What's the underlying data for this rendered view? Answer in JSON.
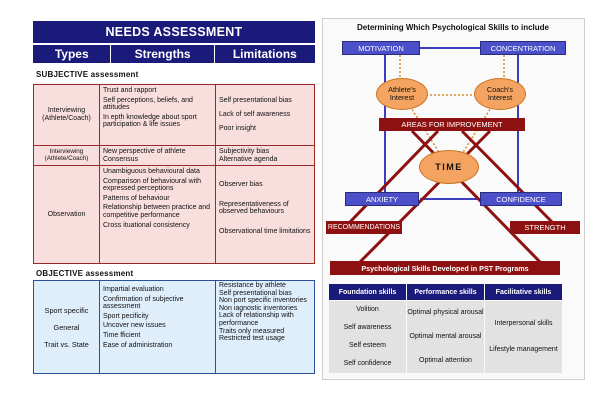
{
  "left": {
    "title": "NEEDS ASSESSMENT",
    "headers": [
      "Types",
      "Strengths",
      "Limitations"
    ],
    "subjective": {
      "label": "SUBJECTIVE assessment",
      "rows": [
        {
          "type": "Interviewing (Athlete/Coach)",
          "strengths": [
            "Trust and rapport",
            "Self  perceptions, beliefs, and attitudes",
            "In  epth knowledge about sport participation & life issues"
          ],
          "limitations": [
            "Self  presentational bias",
            "Lack of self  awareness",
            "Poor insight"
          ]
        },
        {
          "type": "Interviewing (Athlete/Coach)",
          "strengths": [
            "New perspective of athlete",
            "Consensus"
          ],
          "limitations": [
            "Subjectivity bias",
            "Alternative agenda"
          ]
        },
        {
          "type": "Observation",
          "strengths": [
            "Unambiguous behavioural data",
            "Comparison of behavioural with expressed perceptions",
            "Patterns of behaviour",
            "Relationship between practice and competitive performance",
            "Cross  ituational consistency"
          ],
          "limitations": [
            "Observer bias",
            "Representativeness of observed behaviours",
            "Observational time limitations"
          ]
        }
      ]
    },
    "objective": {
      "label": "OBJECTIVE assessment",
      "types": [
        "Sport  specific",
        "General",
        "Trait vs. State"
      ],
      "strengths": [
        "Impartial evaluation",
        "Confirmation of subjective assessment",
        "Sport  pecificity",
        "Uncover new issues",
        "Time  fficient",
        "Ease of administration"
      ],
      "limitations": [
        "Resistance by athlete",
        "Self  presentational bias",
        "Non  port  specific inventories",
        "Non  iagnostic inventories",
        "Lack of relationship with performance",
        "Traits only measured",
        "Restricted test usage"
      ]
    }
  },
  "right": {
    "title": "Determining Which Psychological Skills to include",
    "motivation": "MOTIVATION",
    "concentration": "CONCENTRATION",
    "athlete_interest": "Athlete's Interest",
    "coach_interest": "Coach's Interest",
    "areas": "AREAS FOR IMPROVEMENT",
    "time": "TIME",
    "anxiety": "ANXIETY",
    "confidence": "CONFIDENCE",
    "recommendations": "RECOMMENDATIONS",
    "strength": "STRENGTH",
    "developed": "Psychological Skills Developed in PST Programs",
    "columns": [
      {
        "head": "Foundation skills",
        "items": [
          "Volition",
          "Self  awareness",
          "Self  esteem",
          "Self  confidence"
        ]
      },
      {
        "head": "Performance skills",
        "items": [
          "Optimal physical arousal",
          "Optimal mental arousal",
          "Optimal attention"
        ]
      },
      {
        "head": "Facilitative skills",
        "items": [
          "Interpersonal skills",
          "Lifestyle management"
        ]
      }
    ],
    "colors": {
      "navy": "#1a1a7a",
      "blue": "#4b4fc8",
      "dark_red": "#8e1111",
      "orange": "#f4a460"
    }
  }
}
